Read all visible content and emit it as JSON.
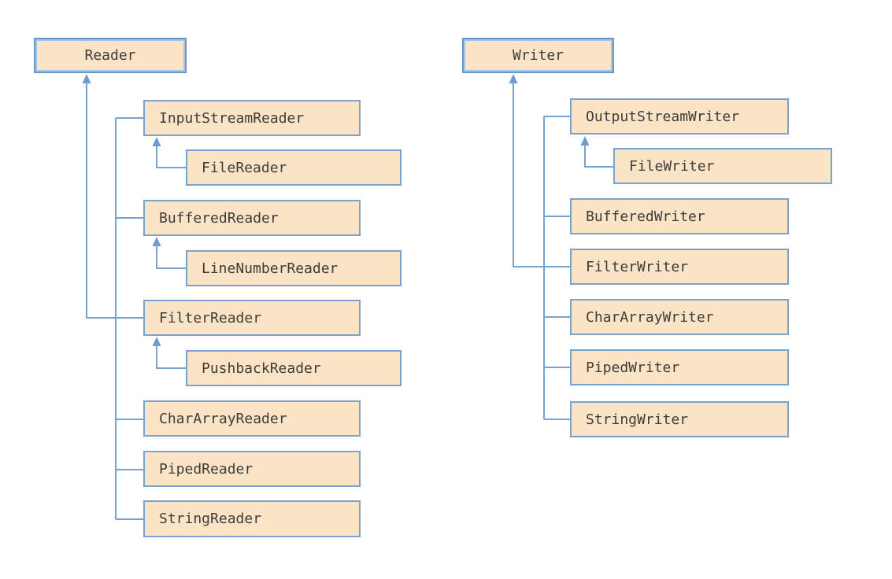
{
  "colors": {
    "box_fill": "#FBE4C6",
    "box_border": "#7AA2CF",
    "root_border_outer": "#6E96C4",
    "root_border_inner": "#AAC4E0",
    "line": "#7AA2CF",
    "arrow": "#6F9BD0",
    "text": "#3C3C3C"
  },
  "reader_tree": {
    "root": "Reader",
    "children": [
      "InputStreamReader",
      "FileReader",
      "BufferedReader",
      "LineNumberReader",
      "FilterReader",
      "PushbackReader",
      "CharArrayReader",
      "PipedReader",
      "StringReader"
    ]
  },
  "writer_tree": {
    "root": "Writer",
    "children": [
      "OutputStreamWriter",
      "FileWriter",
      "BufferedWriter",
      "FilterWriter",
      "CharArrayWriter",
      "PipedWriter",
      "StringWriter"
    ]
  }
}
